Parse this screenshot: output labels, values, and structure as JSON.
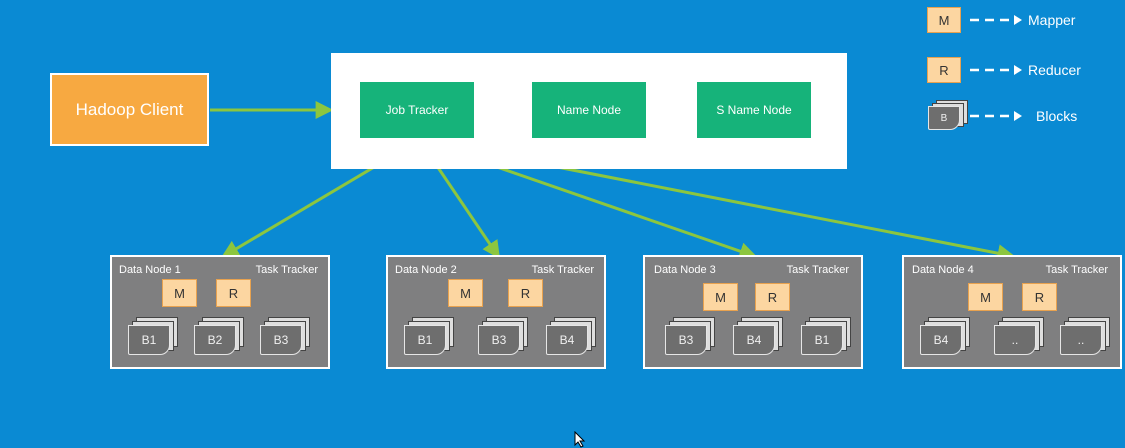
{
  "client": {
    "label": "Hadoop Client"
  },
  "master": {
    "services": [
      "Job Tracker",
      "Name Node",
      "S Name Node"
    ]
  },
  "data_nodes": [
    {
      "name": "Data Node 1",
      "tracker": "Task Tracker",
      "m": "M",
      "r": "R",
      "blocks": [
        "B1",
        "B2",
        "B3"
      ]
    },
    {
      "name": "Data Node 2",
      "tracker": "Task Tracker",
      "m": "M",
      "r": "R",
      "blocks": [
        "B1",
        "B3",
        "B4"
      ]
    },
    {
      "name": "Data Node 3",
      "tracker": "Task Tracker",
      "m": "M",
      "r": "R",
      "blocks": [
        "B3",
        "B4",
        "B1"
      ]
    },
    {
      "name": "Data Node 4",
      "tracker": "Task Tracker",
      "m": "M",
      "r": "R",
      "blocks": [
        "B4",
        "..",
        ".."
      ]
    }
  ],
  "legend": {
    "mapper_symbol": "M",
    "mapper_label": "Mapper",
    "reducer_symbol": "R",
    "reducer_label": "Reducer",
    "blocks_symbol": "B",
    "blocks_label": "Blocks"
  },
  "colors": {
    "background": "#0a8ad3",
    "client": "#f7a941",
    "service": "#16b37a",
    "data_node": "#7f7f80",
    "task": "#fcd6a1",
    "arrow": "#8cc63f"
  }
}
